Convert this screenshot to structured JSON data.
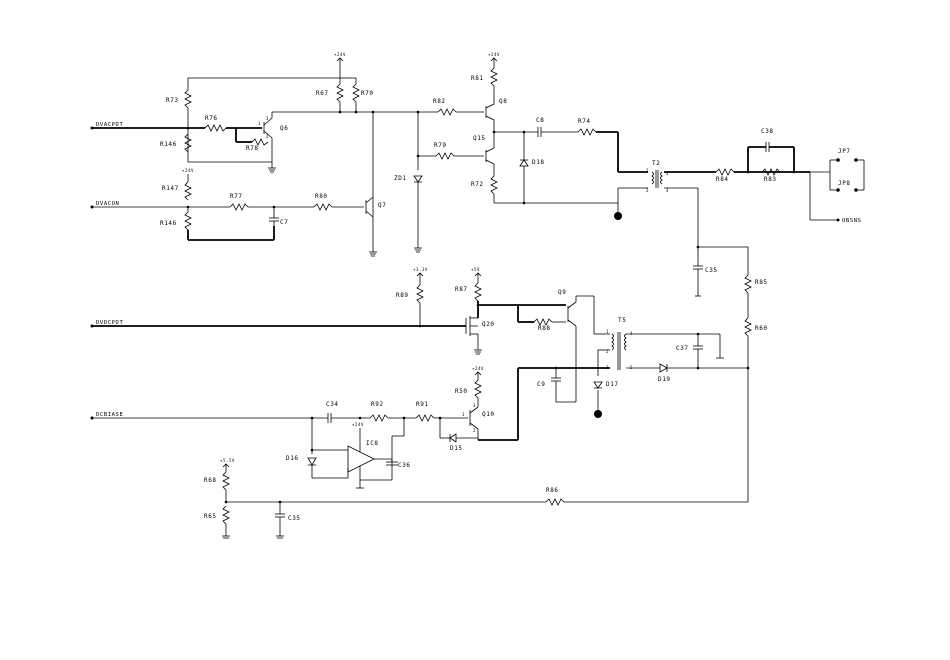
{
  "nets": {
    "dvacpdt": "DVACPDT",
    "dvacon": "DVACON",
    "dvdcpdt": "DVDCPDT",
    "dcbiase": "DCBIASE",
    "obsns": "OBSNS"
  },
  "supplies": {
    "v24": "+24V",
    "v33": "+3.3V",
    "v5": "+5V",
    "v5b": "+5.5V"
  },
  "resistors": {
    "R73": "R73",
    "R76": "R76",
    "R78": "R78",
    "R146a": "R146",
    "R147": "R147",
    "R146b": "R146",
    "R77": "R77",
    "R80": "R80",
    "R67": "R67",
    "R70": "R70",
    "R82": "R82",
    "R79": "R79",
    "R81": "R81",
    "R72": "R72",
    "R74": "R74",
    "R84": "R84",
    "R83": "R83",
    "R89": "R89",
    "R87": "R87",
    "R88": "R88",
    "R85": "R85",
    "R60": "R60",
    "R50": "R50",
    "R92": "R92",
    "R91": "R91",
    "R86": "R86",
    "R68": "R68",
    "R65": "R65"
  },
  "capacitors": {
    "C7": "C7",
    "C8": "C8",
    "C38": "C38",
    "C35a": "C35",
    "C37": "C37",
    "C9": "C9",
    "C34": "C34",
    "C36": "C36",
    "C35b": "C35"
  },
  "semis": {
    "Q6": "Q6",
    "Q7": "Q7",
    "Q8": "Q8",
    "Q15": "Q15",
    "Q9": "Q9",
    "Q20": "Q20",
    "Q10": "Q10",
    "ZD1": "ZD1",
    "D18": "D18",
    "D17": "D17",
    "D19": "D19",
    "D15": "D15",
    "D16": "D16",
    "IC8": "IC8",
    "T2": "T2",
    "T5": "T5",
    "JP7": "JP7",
    "JP8": "JP8"
  }
}
